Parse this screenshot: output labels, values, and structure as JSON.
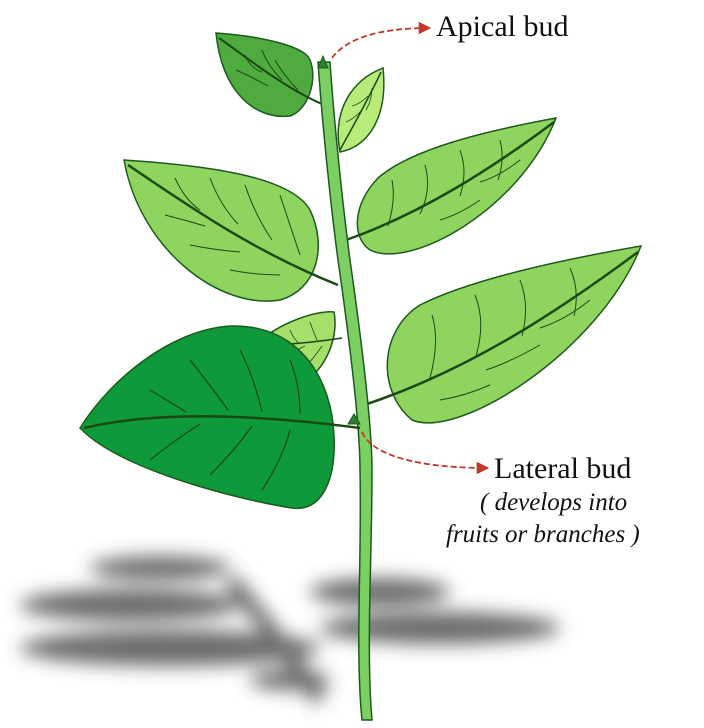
{
  "labels": {
    "apical_bud": "Apical bud",
    "lateral_bud": "Lateral bud",
    "lateral_note_line1": "( develops into",
    "lateral_note_line2": "fruits or branches )"
  },
  "colors": {
    "stem": "#7ccf63",
    "stem_outline": "#1d5a1d",
    "leaf_light": "#8fd45f",
    "leaf_pale": "#b8eb7a",
    "leaf_dark": "#0e9a3a",
    "leaf_mid": "#4fab3f",
    "vein": "#1a4a12",
    "arrow": "#c0392b",
    "shadow": "#3a3a3a"
  }
}
